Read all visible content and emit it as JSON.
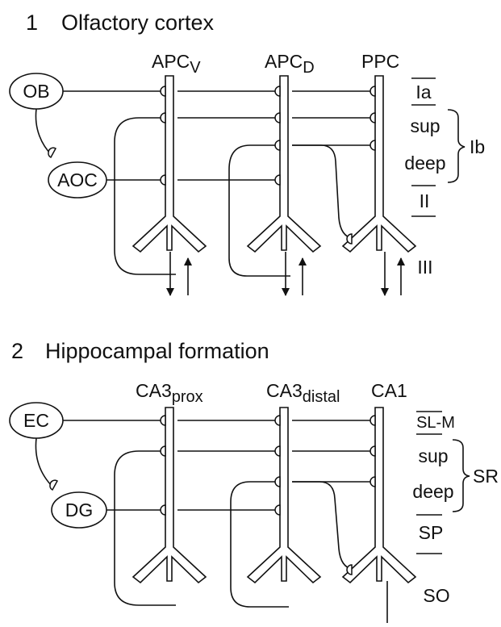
{
  "panel1": {
    "number": "1",
    "title": "Olfactory cortex",
    "nodes": {
      "ob": "OB",
      "aoc": "AOC"
    },
    "columns": [
      {
        "name": "APC",
        "sub": "V"
      },
      {
        "name": "APC",
        "sub": "D"
      },
      {
        "name": "PPC",
        "sub": ""
      }
    ],
    "layers": {
      "ia": "Ia",
      "sup": "sup",
      "deep": "deep",
      "ib": "Ib",
      "ii": "II",
      "iii": "III"
    }
  },
  "panel2": {
    "number": "2",
    "title": "Hippocampal formation",
    "nodes": {
      "ec": "EC",
      "dg": "DG"
    },
    "columns": [
      {
        "name": "CA3",
        "sub": "prox"
      },
      {
        "name": "CA3",
        "sub": "distal"
      },
      {
        "name": "CA1",
        "sub": ""
      }
    ],
    "layers": {
      "slm": "SL-M",
      "sup": "sup",
      "deep": "deep",
      "sr": "SR",
      "sp": "SP",
      "so": "SO"
    }
  }
}
